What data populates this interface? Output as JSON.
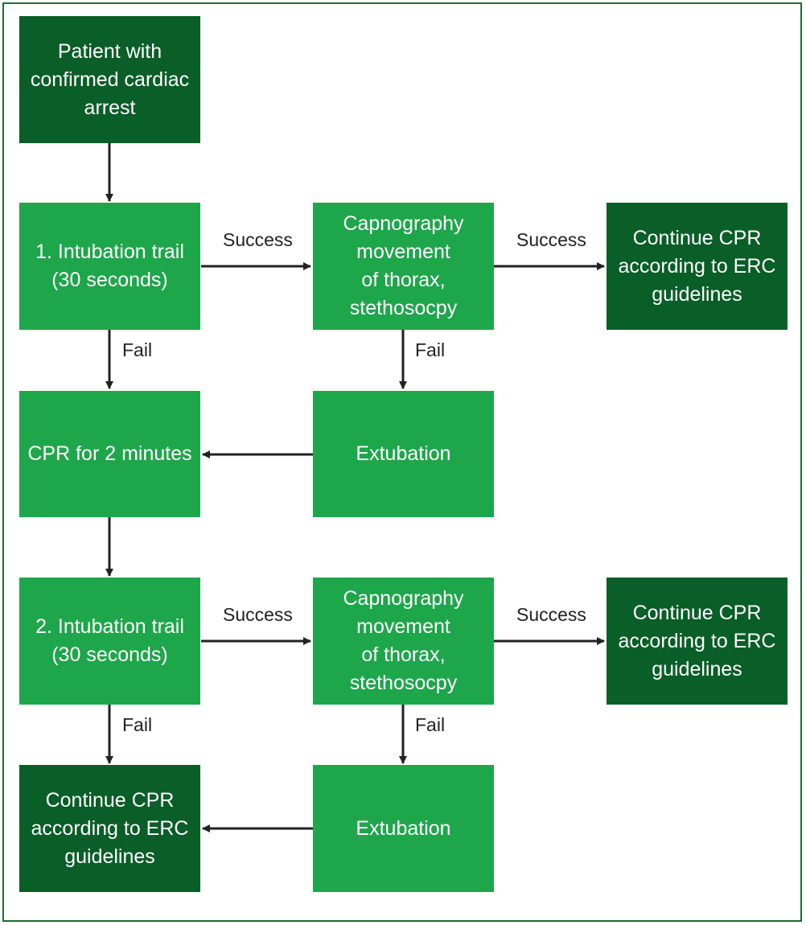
{
  "nodes": {
    "start": "Patient with\nconfirmed cardiac\narrest",
    "intubation1": "1. Intubation trail\n(30 seconds)",
    "check1": "Capnography\nmovement\nof thorax,\nstethosocpy",
    "continue1": "Continue CPR\naccording to ERC\nguidelines",
    "cpr2min": "CPR for 2 minutes",
    "extubation1": "Extubation",
    "intubation2": "2. Intubation trail\n(30 seconds)",
    "check2": "Capnography\nmovement\nof thorax,\nstethosocpy",
    "continue2": "Continue CPR\naccording to ERC\nguidelines",
    "continue3": "Continue CPR\naccording to ERC\nguidelines",
    "extubation2": "Extubation"
  },
  "labels": {
    "success1a": "Success",
    "success1b": "Success",
    "fail1a": "Fail",
    "fail1b": "Fail",
    "success2a": "Success",
    "success2b": "Success",
    "fail2a": "Fail",
    "fail2b": "Fail"
  },
  "colors": {
    "dark_green": "#0a5e28",
    "light_green": "#1ea64b",
    "border": "#1f6b33",
    "arrow": "#222222"
  }
}
